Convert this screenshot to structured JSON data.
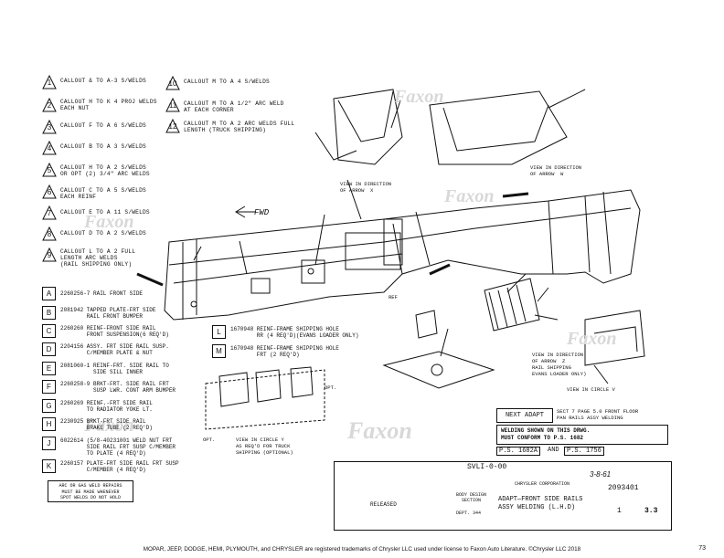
{
  "callouts": [
    {
      "num": "1",
      "text": "CALLOUT & TO A-3 S/WELDS"
    },
    {
      "num": "2",
      "text": "CALLOUT H TO K 4 PROJ WELDS\nEACH NUT"
    },
    {
      "num": "3",
      "text": "CALLOUT F TO A 6 S/WELDS"
    },
    {
      "num": "4",
      "text": "CALLOUT B TO A 3 S/WELDS"
    },
    {
      "num": "5",
      "text": "CALLOUT H TO A 2 S/WELDS\nOR OPT (2) 3/4\" ARC WELDS"
    },
    {
      "num": "6",
      "text": "CALLOUT C TO A 5 S/WELDS\nEACH REINF"
    },
    {
      "num": "7",
      "text": "CALLOUT E TO A 11 S/WELDS"
    },
    {
      "num": "8",
      "text": "CALLOUT D TO A 2 S/WELDS"
    },
    {
      "num": "9",
      "text": "CALLOUT L TO A 2 FULL\nLENGTH ARC WELDS\n(RAIL SHIPPING ONLY)"
    },
    {
      "num": "10",
      "text": "CALLOUT M TO A 4 S/WELDS"
    },
    {
      "num": "11",
      "text": "CALLOUT M TO A 1/2\" ARC WELD\nAT EACH CORNER"
    },
    {
      "num": "12",
      "text": "CALLOUT M TO A 2 ARC WELDS FULL\nLENGTH (TRUCK SHIPPING)"
    }
  ],
  "parts": [
    {
      "letter": "A",
      "text": "2260256-7 RAIL FRONT SIDE"
    },
    {
      "letter": "B",
      "text": "2081942 TAPPED PLATE-FRT SIDE\n        RAIL FRONT BUMPER"
    },
    {
      "letter": "C",
      "text": "2260260 REINF-FRONT SIDE RAIL\n        FRONT SUSPENSION(6 REQ'D)"
    },
    {
      "letter": "D",
      "text": "2204156 ASSY. FRT SIDE RAIL SUSP.\n        C/MEMBER PLATE & NUT"
    },
    {
      "letter": "E",
      "text": "2081060-1 REINF-FRT. SIDE RAIL TO\n          SIDE SILL INNER"
    },
    {
      "letter": "F",
      "text": "2260258-9 BRKT-FRT. SIDE RAIL FRT\n          SUSP LWR. CONT ARM BUMPER"
    },
    {
      "letter": "G",
      "text": "2260269 REINF.-FRT SIDE RAIL\n        TO RADIATOR YOKE LT."
    },
    {
      "letter": "H",
      "text": "2230925 BRKT-FRT SIDE RAIL\n        BRAKE TUBE (2 REQ'D)"
    },
    {
      "letter": "J",
      "text": "6022614 (5/8-40231001 WELD NUT FRT\n        SIDE RAIL FRT SUSP C/MEMBER\n        TO PLATE (4 REQ'D)"
    },
    {
      "letter": "K",
      "text": "2260157 PLATE-FRT SIDE RAIL FRT SUSP\n        C/MEMBER (4 REQ'D)"
    }
  ],
  "parts_right": [
    {
      "letter": "L",
      "text": "1670948 REINF-FRAME SHIPPING HOLE\n        RR (4 REQ'D)(EVANS LOADER ONLY)"
    },
    {
      "letter": "M",
      "text": "1670948 REINF-FRAME SHIPPING HOLE\n        FRT (2 REQ'D)"
    }
  ],
  "note": "ARC OR GAS WELD REPAIRS\nMUST BE MADE WHENEVER\nSPOT WELDS DO NOT HOLD",
  "drawing_labels": {
    "fwd": "FWD",
    "view_x": "VIEW IN DIRECTION\nOF ARROW  X",
    "view_w": "VIEW IN DIRECTION\nOF ARROW  W",
    "view_z": "VIEW IN DIRECTION\nOF ARROW  Z\nRAIL SHIPPING\nEVANS LOADER ONLY)",
    "view_y": "VIEW IN CIRCLE Y\nAS REQ'D FOR TRUCK\nSHIPPING (OPTIONAL)",
    "view_v": "VIEW IN CIRCLE V",
    "opt": "OPT.",
    "ref": "REF"
  },
  "title_block": {
    "next_adapt_label": "NEXT ADAPT",
    "next_adapt_text": "SECT 7 PAGE 5.0 FRONT FLOOR\nPAN RAILS ASSY WELDING",
    "welding_note": "WELDING SHOWN ON THIS DRWG.\nMUST CONFORM TO P.S. 1682",
    "ps1": "P.S. 1682A",
    "and": "AND",
    "ps2": "P.S. 1756",
    "sheet_code": "SVLI-0-00",
    "released": "RELEASED",
    "body_design": "BODY DESIGN\nSECTION",
    "dept": "DEPT. 344",
    "title": "ADAPT—FRONT SIDE RAILS\nASSY WELDING (L.H.D)",
    "company": "CHRYSLER CORPORATION",
    "date": "3-8-61",
    "part_no": "2093401",
    "sheet": "1",
    "page_ref": "3.3"
  },
  "footer": "MOPAR, JEEP, DODGE, HEMI, PLYMOUTH, and CHRYSLER are registered trademarks of Chrysler LLC used under license to Faxon Auto Literature. ©Chrysler LLC 2018",
  "page_number": "73",
  "watermark": "Faxon",
  "watermark_sub": "AUTO LITERATURE"
}
